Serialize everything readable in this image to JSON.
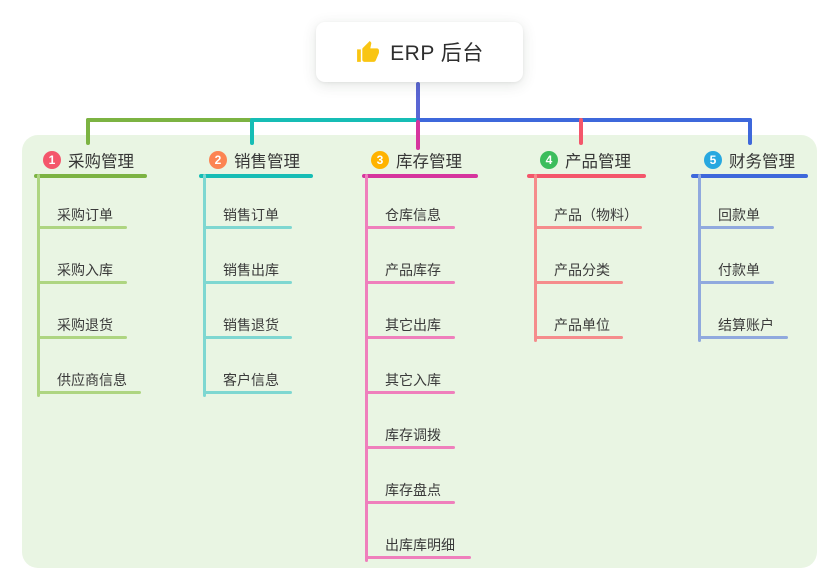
{
  "root": {
    "icon": "thumbs-up-icon",
    "title": "ERP 后台"
  },
  "branches": [
    {
      "num": "1",
      "label": "采购管理",
      "children": [
        "采购订单",
        "采购入库",
        "采购退货",
        "供应商信息"
      ]
    },
    {
      "num": "2",
      "label": "销售管理",
      "children": [
        "销售订单",
        "销售出库",
        "销售退货",
        "客户信息"
      ]
    },
    {
      "num": "3",
      "label": "库存管理",
      "children": [
        "仓库信息",
        "产品库存",
        "其它出库",
        "其它入库",
        "库存调拨",
        "库存盘点",
        "出库库明细"
      ]
    },
    {
      "num": "4",
      "label": "产品管理",
      "children": [
        "产品（物料）",
        "产品分类",
        "产品单位"
      ]
    },
    {
      "num": "5",
      "label": "财务管理",
      "children": [
        "回款单",
        "付款单",
        "结算账户"
      ]
    }
  ],
  "colors": {
    "panel_bg": "#E9F5E3",
    "root_drop_line": "#5A66D4",
    "branch_1_line": "#7CB342",
    "branch_1_sub_line": "#AED581",
    "branch_1_badge": "#F4566B",
    "branch_2_line": "#16BDB5",
    "branch_2_sub_line": "#7ED7D1",
    "branch_2_badge": "#FC8452",
    "branch_3_line": "#D6359E",
    "branch_3_sub_line": "#EF7FBC",
    "branch_3_badge": "#FFB300",
    "branch_4_line": "#F4566B",
    "branch_4_sub_line": "#F58C8C",
    "branch_4_badge": "#3CBD5C",
    "branch_5_line": "#3E68DB",
    "branch_5_sub_line": "#90A9DE",
    "branch_5_badge": "#27A8E0"
  }
}
